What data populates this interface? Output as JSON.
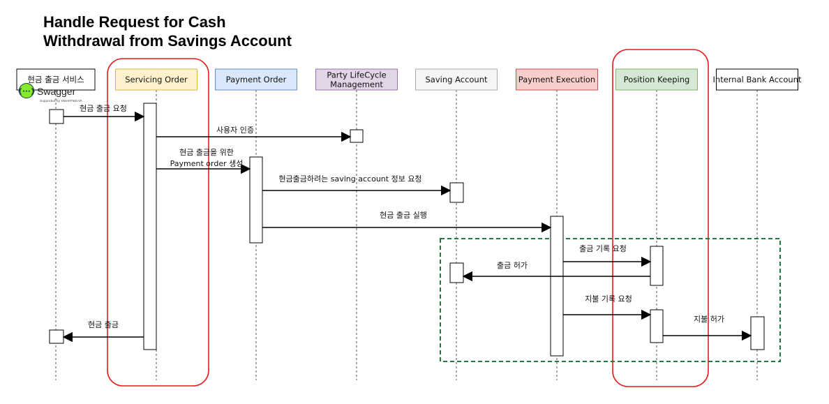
{
  "title": {
    "line1": "Handle Request for Cash",
    "line2": "Withdrawal from Savings Account"
  },
  "swagger": {
    "brand": "Swagger",
    "sub": "Supported by SMARTBEAR",
    "icon": "swagger-logo-icon",
    "color": "#85EA2D"
  },
  "participants": [
    {
      "id": "cash-service",
      "label": [
        "현금 출금 서비스"
      ],
      "fill": "#ffffff",
      "stroke": "#000000"
    },
    {
      "id": "servicing-order",
      "label": [
        "Servicing Order"
      ],
      "fill": "#fff2cc",
      "stroke": "#d6b656"
    },
    {
      "id": "payment-order",
      "label": [
        "Payment Order"
      ],
      "fill": "#dae8fc",
      "stroke": "#6c8ebf"
    },
    {
      "id": "party-lifecycle",
      "label": [
        "Party LifeCycle",
        "Management"
      ],
      "fill": "#e1d5e7",
      "stroke": "#9673a6"
    },
    {
      "id": "saving-account",
      "label": [
        "Saving Account"
      ],
      "fill": "#f5f5f5",
      "stroke": "#aaaaaa"
    },
    {
      "id": "payment-execution",
      "label": [
        "Payment Execution"
      ],
      "fill": "#f8cecc",
      "stroke": "#b85450"
    },
    {
      "id": "position-keeping",
      "label": [
        "Position Keeping"
      ],
      "fill": "#d5e8d4",
      "stroke": "#82b366"
    },
    {
      "id": "internal-bank-account",
      "label": [
        "Internal Bank Account"
      ],
      "fill": "#ffffff",
      "stroke": "#000000"
    }
  ],
  "messages": [
    {
      "from": "cash-service",
      "to": "servicing-order",
      "label": [
        "현금 출금 요청"
      ]
    },
    {
      "from": "servicing-order",
      "to": "party-lifecycle",
      "label": [
        "사용자 인증"
      ]
    },
    {
      "from": "servicing-order",
      "to": "payment-order",
      "label": [
        "현금 출금을 위한",
        "Payment order 생성"
      ]
    },
    {
      "from": "payment-order",
      "to": "saving-account",
      "label": [
        "현금출금하려는 saving account 정보 요청"
      ]
    },
    {
      "from": "payment-order",
      "to": "payment-execution",
      "label": [
        "현금 출금 실행"
      ]
    },
    {
      "from": "payment-execution",
      "to": "position-keeping",
      "label": [
        "출금 기록 요청"
      ]
    },
    {
      "from": "position-keeping",
      "to": "saving-account",
      "label": [
        "출금 허가"
      ]
    },
    {
      "from": "payment-execution",
      "to": "position-keeping",
      "label": [
        "지불 기록 요청"
      ]
    },
    {
      "from": "position-keeping",
      "to": "internal-bank-account",
      "label": [
        "지불 허가"
      ]
    },
    {
      "from": "servicing-order",
      "to": "cash-service",
      "label": [
        "현금 출금"
      ]
    }
  ],
  "highlight_colors": {
    "red_outline": "#e51c1c",
    "green_dashed": "#1f7a3a"
  }
}
